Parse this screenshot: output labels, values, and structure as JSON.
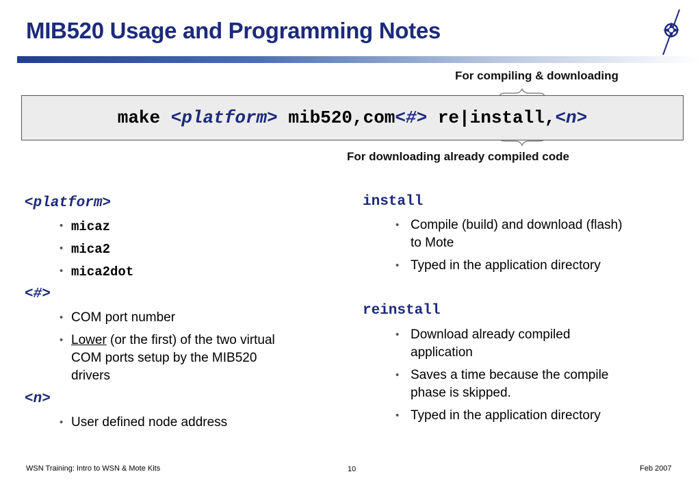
{
  "slide": {
    "title": "MIB520 Usage and Programming Notes",
    "command": {
      "make": "make ",
      "platform": "<platform>",
      "mid": " mib520,com",
      "port": "<#>",
      "rest": " re|install,",
      "node": "<n>"
    },
    "annotations": {
      "top": "For compiling & downloading",
      "bottom": "For downloading already compiled code"
    },
    "left": {
      "platform_heading": "<platform>",
      "platform_items": [
        "micaz",
        "mica2",
        "mica2dot"
      ],
      "port_heading": "<#>",
      "port_item1": "COM port number",
      "port_item2_underlined": "Lower",
      "port_item2_rest_line1": " (or the first) of the two virtual",
      "port_item2_line2": "COM ports setup by the MIB520",
      "port_item2_line3": "drivers",
      "node_heading": "<n>",
      "node_item": "User defined node address"
    },
    "right": {
      "install_heading": "install",
      "install_item1_line1": "Compile (build) and download (flash)",
      "install_item1_line2": "to Mote",
      "install_item2": "Typed in the application directory",
      "reinstall_heading": "reinstall",
      "reinstall_item1_line1": "Download already compiled",
      "reinstall_item1_line2": "application",
      "reinstall_item2_line1": "Saves a time because the compile",
      "reinstall_item2_line2": "phase is skipped.",
      "reinstall_item3": "Typed in the application directory"
    },
    "footer": {
      "left": "WSN Training: Intro to WSN & Mote Kits",
      "page": "10",
      "date": "Feb 2007"
    },
    "colors": {
      "title": "#1c2a7a",
      "accent_bar": "#1f3f8f",
      "box_bg": "#ececec"
    },
    "icons": {
      "logo": "compass-star-logo-icon"
    }
  }
}
